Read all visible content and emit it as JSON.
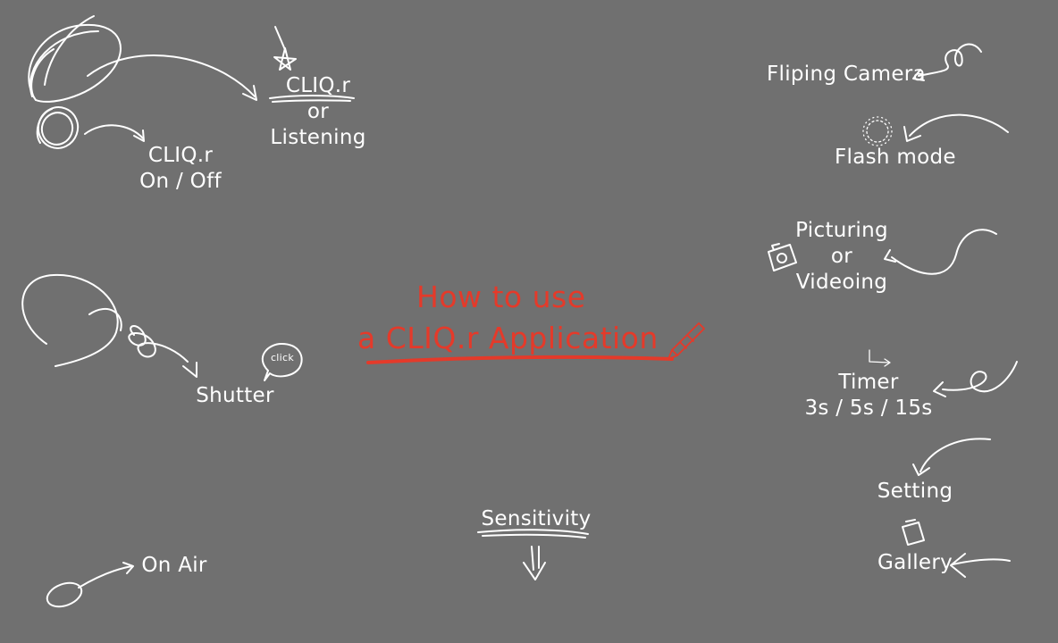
{
  "colors": {
    "background": "#707070",
    "chalk": "#ffffff",
    "accent": "#e43a2a"
  },
  "title": {
    "line1": "How to use",
    "line2": "a CLIQ.r Application"
  },
  "labels": {
    "cliqr_or_listening": {
      "line1": "CLIQ.r",
      "line2": "or",
      "line3": "Listening"
    },
    "cliqr_on_off": {
      "line1": "CLIQ.r",
      "line2": "On / Off"
    },
    "shutter": "Shutter",
    "click_bubble": "click",
    "on_air": "On Air",
    "sensitivity": "Sensitivity",
    "fliping_camera": "Fliping Camera",
    "flash_mode": "Flash mode",
    "picturing_or_videoing": {
      "line1": "Picturing",
      "line2": "or",
      "line3": "Videoing"
    },
    "timer": {
      "line1": "Timer",
      "line2": "3s / 5s / 15s"
    },
    "setting": "Setting",
    "gallery": "Gallery"
  },
  "icons": [
    "star-icon",
    "camera-icon",
    "sun-icon",
    "timer-icon",
    "gallery-icon",
    "speech-bubble-icon",
    "pencil-icon",
    "arrow-icon"
  ]
}
